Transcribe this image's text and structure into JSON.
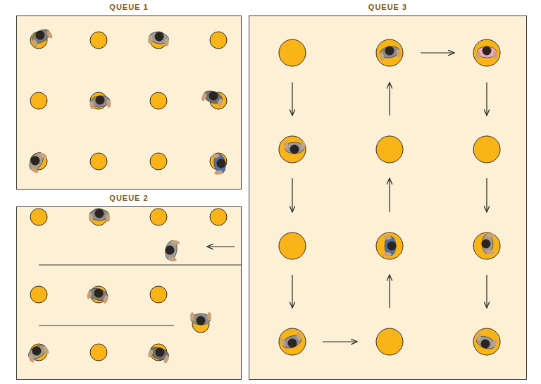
{
  "diagram": {
    "nodes": [
      {
        "text": [
          "QUEUE 1"
        ]
      },
      {
        "text": [
          "QUEUE 2"
        ]
      },
      {
        "text": [
          "QUEUE 3"
        ]
      }
    ]
  }
}
